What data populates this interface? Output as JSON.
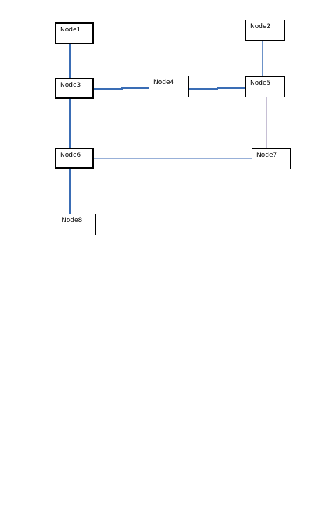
{
  "nodes": [
    {
      "id": "n1",
      "label": "Node1"
    },
    {
      "id": "n2",
      "label": "Node2"
    },
    {
      "id": "n3",
      "label": "Node3"
    },
    {
      "id": "n4",
      "label": "Node4"
    },
    {
      "id": "n5",
      "label": "Node5"
    },
    {
      "id": "n6",
      "label": "Node6"
    },
    {
      "id": "n7",
      "label": "Node7"
    },
    {
      "id": "n8",
      "label": "Node8"
    }
  ],
  "edges": [
    {
      "from": "Node1",
      "to": "Node3"
    },
    {
      "from": "Node3",
      "to": "Node4"
    },
    {
      "from": "Node4",
      "to": "Node5"
    },
    {
      "from": "Node2",
      "to": "Node5"
    },
    {
      "from": "Node5",
      "to": "Node7"
    },
    {
      "from": "Node3",
      "to": "Node6"
    },
    {
      "from": "Node6",
      "to": "Node7"
    },
    {
      "from": "Node6",
      "to": "Node8"
    }
  ],
  "colors": {
    "edge_primary": "#3a6db5",
    "edge_light": "#5a80c0",
    "edge_muted": "#8e7fa8",
    "node_border": "#000000",
    "node_fill": "#ffffff",
    "background": "#ffffff"
  }
}
